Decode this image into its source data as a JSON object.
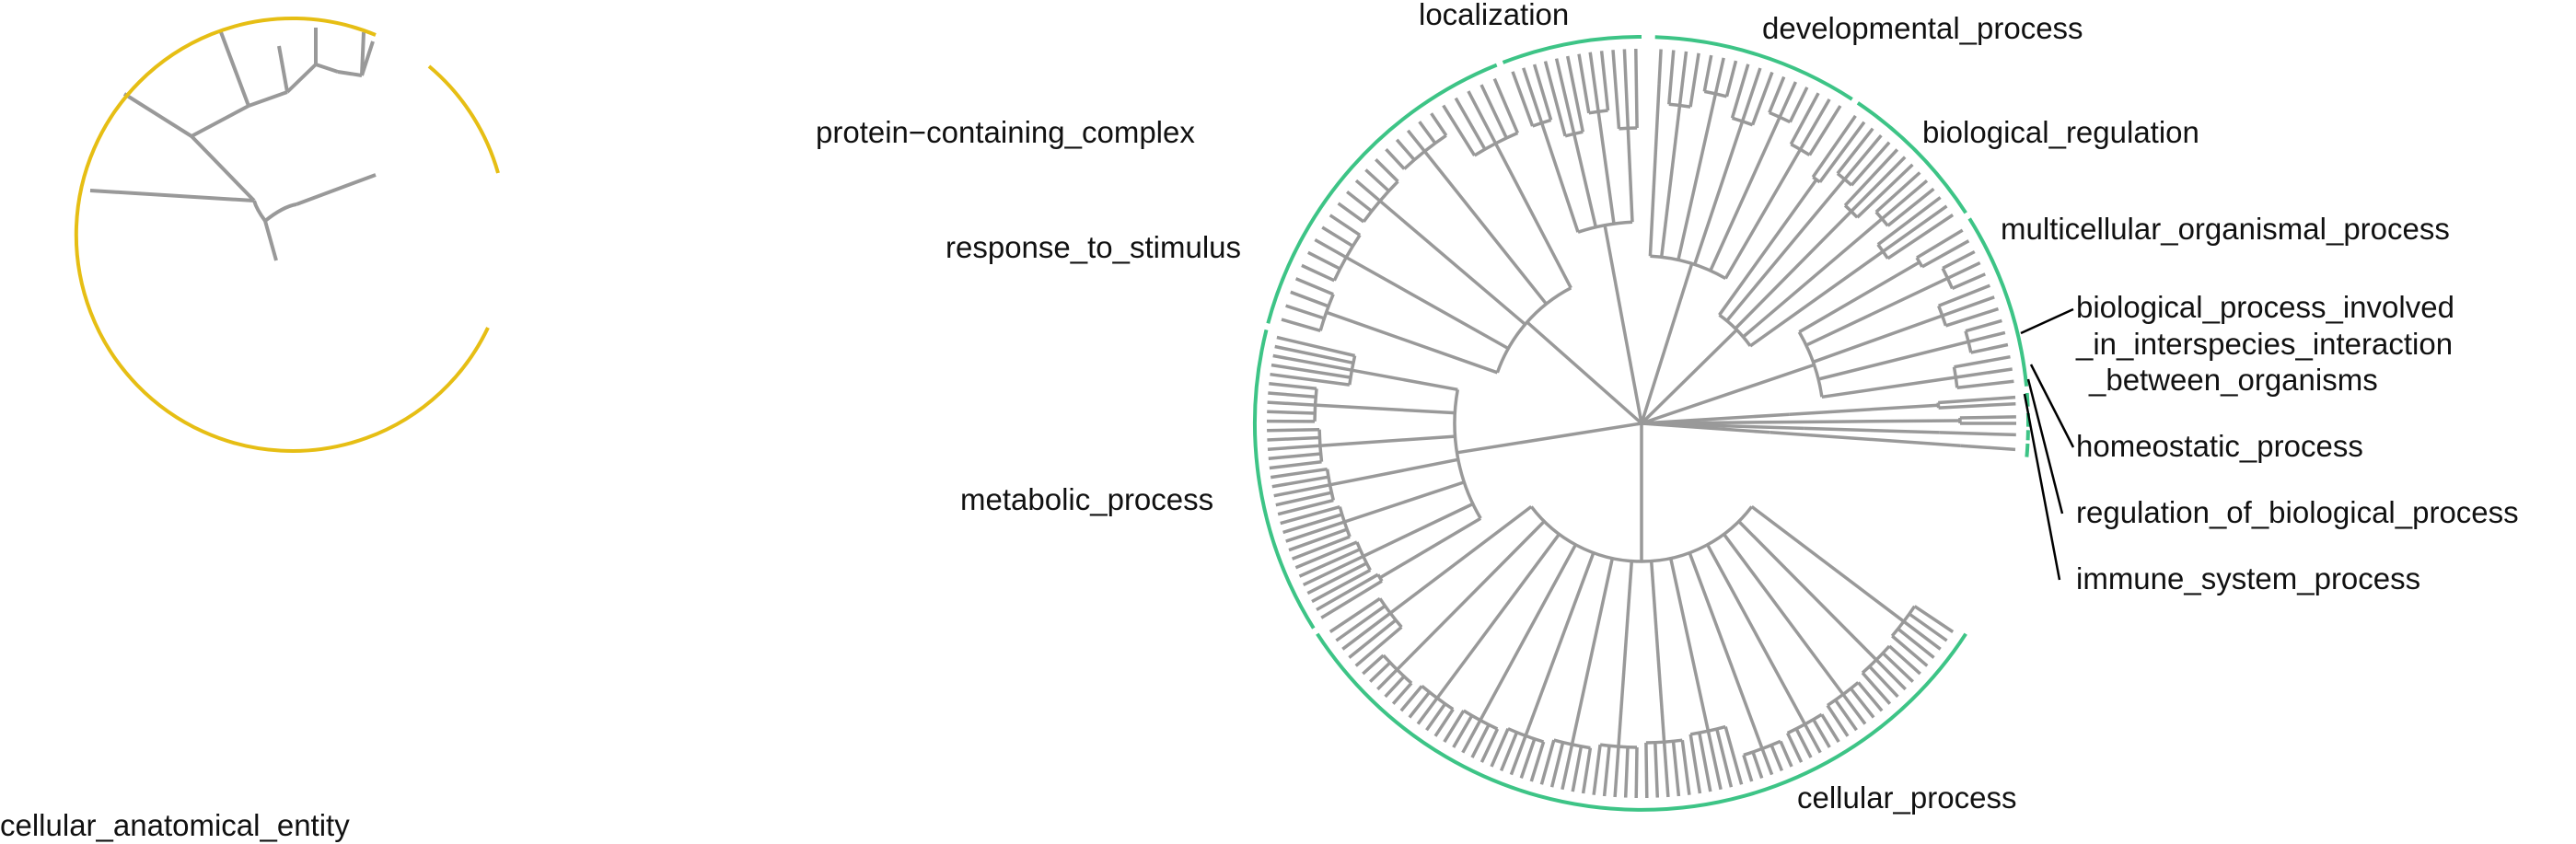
{
  "colors": {
    "branch": "#999999",
    "cellular_component": "#E6BE14",
    "biological_process": "#3DC486",
    "leader": "#000000"
  },
  "left_tree": {
    "clade_labels": {
      "protein_containing_complex": "protein−containing_complex",
      "cellular_anatomical_entity": "cellular_anatomical_entity"
    }
  },
  "right_tree": {
    "clade_labels": {
      "localization": "localization",
      "developmental_process": "developmental_process",
      "biological_regulation": "biological_regulation",
      "multicellular_organismal_process": "multicellular_organismal_process",
      "interspecies_line1": "biological_process_involved",
      "interspecies_line2": "_in_interspecies_interaction",
      "interspecies_line3": "_between_organisms",
      "homeostatic_process": "homeostatic_process",
      "regulation_of_biological_process": "regulation_of_biological_process",
      "immune_system_process": "immune_system_process",
      "response_to_stimulus": "response_to_stimulus",
      "metabolic_process": "metabolic_process",
      "cellular_process": "cellular_process"
    }
  }
}
